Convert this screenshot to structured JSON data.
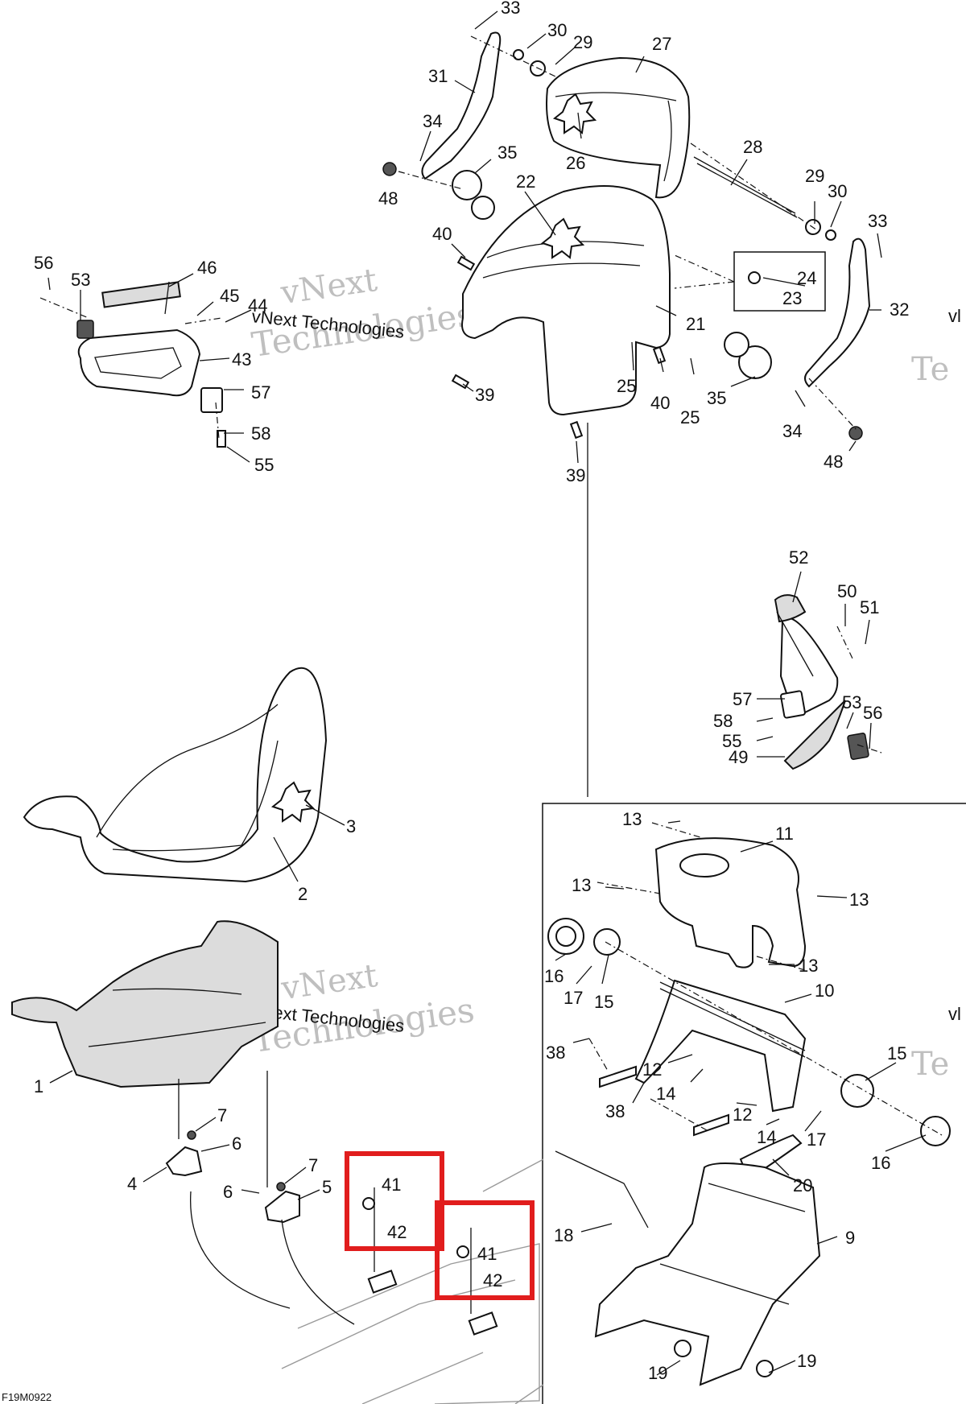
{
  "drawing_code": "F19M0922",
  "watermark": {
    "line1": "vNext Technologies",
    "line2": "vNext",
    "line3": "Technologies",
    "edge1": "vl",
    "edge2": "Te"
  },
  "highlight_color": "#e11d1d",
  "callouts": [
    {
      "id": "c33a",
      "label": "33"
    },
    {
      "id": "c30a",
      "label": "30"
    },
    {
      "id": "c29a",
      "label": "29"
    },
    {
      "id": "c27",
      "label": "27"
    },
    {
      "id": "c31",
      "label": "31"
    },
    {
      "id": "c34a",
      "label": "34"
    },
    {
      "id": "c35a",
      "label": "35"
    },
    {
      "id": "c26",
      "label": "26"
    },
    {
      "id": "c48a",
      "label": "48"
    },
    {
      "id": "c22",
      "label": "22"
    },
    {
      "id": "c28",
      "label": "28"
    },
    {
      "id": "c29b",
      "label": "29"
    },
    {
      "id": "c30b",
      "label": "30"
    },
    {
      "id": "c33b",
      "label": "33"
    },
    {
      "id": "c40a",
      "label": "40"
    },
    {
      "id": "c24",
      "label": "24"
    },
    {
      "id": "c23",
      "label": "23"
    },
    {
      "id": "c32",
      "label": "32"
    },
    {
      "id": "c21",
      "label": "21"
    },
    {
      "id": "c56a",
      "label": "56"
    },
    {
      "id": "c53a",
      "label": "53"
    },
    {
      "id": "c46",
      "label": "46"
    },
    {
      "id": "c45",
      "label": "45"
    },
    {
      "id": "c44",
      "label": "44"
    },
    {
      "id": "c43",
      "label": "43"
    },
    {
      "id": "c57a",
      "label": "57"
    },
    {
      "id": "c58a",
      "label": "58"
    },
    {
      "id": "c55a",
      "label": "55"
    },
    {
      "id": "c39a",
      "label": "39"
    },
    {
      "id": "c25a",
      "label": "25"
    },
    {
      "id": "c40b",
      "label": "40"
    },
    {
      "id": "c25b",
      "label": "25"
    },
    {
      "id": "c35b",
      "label": "35"
    },
    {
      "id": "c34b",
      "label": "34"
    },
    {
      "id": "c48b",
      "label": "48"
    },
    {
      "id": "c39b",
      "label": "39"
    },
    {
      "id": "c52",
      "label": "52"
    },
    {
      "id": "c50",
      "label": "50"
    },
    {
      "id": "c51",
      "label": "51"
    },
    {
      "id": "c57b",
      "label": "57"
    },
    {
      "id": "c53b",
      "label": "53"
    },
    {
      "id": "c56b",
      "label": "56"
    },
    {
      "id": "c58b",
      "label": "58"
    },
    {
      "id": "c55b",
      "label": "55"
    },
    {
      "id": "c49",
      "label": "49"
    },
    {
      "id": "c3",
      "label": "3"
    },
    {
      "id": "c2",
      "label": "2"
    },
    {
      "id": "c13a",
      "label": "13"
    },
    {
      "id": "c11",
      "label": "11"
    },
    {
      "id": "c13b",
      "label": "13"
    },
    {
      "id": "c13c",
      "label": "13"
    },
    {
      "id": "c13d",
      "label": "13"
    },
    {
      "id": "c16a",
      "label": "16"
    },
    {
      "id": "c17a",
      "label": "17"
    },
    {
      "id": "c15a",
      "label": "15"
    },
    {
      "id": "c10",
      "label": "10"
    },
    {
      "id": "c38a",
      "label": "38"
    },
    {
      "id": "c12a",
      "label": "12"
    },
    {
      "id": "c14a",
      "label": "14"
    },
    {
      "id": "c15b",
      "label": "15"
    },
    {
      "id": "c38b",
      "label": "38"
    },
    {
      "id": "c12b",
      "label": "12"
    },
    {
      "id": "c14b",
      "label": "14"
    },
    {
      "id": "c17b",
      "label": "17"
    },
    {
      "id": "c16b",
      "label": "16"
    },
    {
      "id": "c20",
      "label": "20"
    },
    {
      "id": "c18",
      "label": "18"
    },
    {
      "id": "c9",
      "label": "9"
    },
    {
      "id": "c19a",
      "label": "19"
    },
    {
      "id": "c19b",
      "label": "19"
    },
    {
      "id": "c1",
      "label": "1"
    },
    {
      "id": "c7a",
      "label": "7"
    },
    {
      "id": "c6a",
      "label": "6"
    },
    {
      "id": "c4",
      "label": "4"
    },
    {
      "id": "c7b",
      "label": "7"
    },
    {
      "id": "c6b",
      "label": "6"
    },
    {
      "id": "c5",
      "label": "5"
    },
    {
      "id": "c41a",
      "label": "41"
    },
    {
      "id": "c42a",
      "label": "42"
    },
    {
      "id": "c41b",
      "label": "41"
    },
    {
      "id": "c42b",
      "label": "42"
    }
  ]
}
